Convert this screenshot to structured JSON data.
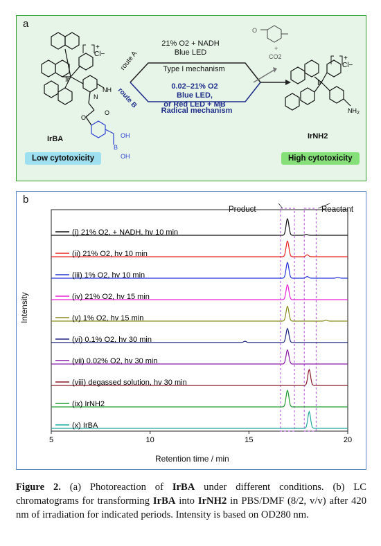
{
  "panel_a": {
    "label": "a",
    "route_a": {
      "name": "route A",
      "condition_line1": "21% O2 + NADH",
      "condition_line2": "Blue LED",
      "mechanism": "Type I mechanism"
    },
    "route_b": {
      "name": "route B",
      "condition_line1": "0.02–21% O2",
      "condition_line2": "Blue LED,",
      "condition_line3": "or Red LED + MB",
      "mechanism": "Radical mechanism"
    },
    "byproduct": "CO2",
    "reactant_name": "IrBA",
    "product_name": "IrNH2",
    "counterion": "Cl−",
    "charge": "+",
    "low_tox_label": "Low cytotoxicity",
    "high_tox_label": "High cytotoxicity",
    "colors": {
      "route_a": "#222222",
      "route_b": "#1f2f8a",
      "boronic": "#2b3fd1",
      "low_tox_bg": "#9fe0f0",
      "high_tox_bg": "#86e07a"
    }
  },
  "panel_b": {
    "label": "b",
    "annotation_product": "Product",
    "annotation_reactant": "Reactant",
    "ylabel": "Intensity",
    "xlabel": "Retention time / min"
  },
  "chart_data": {
    "type": "line",
    "xlabel": "Retention time / min",
    "ylabel": "Intensity",
    "xlim": [
      5,
      20
    ],
    "xticks": [
      5,
      10,
      15,
      20
    ],
    "product_window": [
      16.6,
      17.3
    ],
    "reactant_window": [
      17.8,
      18.4
    ],
    "series": [
      {
        "name": "(i) 21% O2, + NADH, hv 10 min",
        "color": "#111111",
        "peaks": [
          {
            "x": 16.95,
            "h": 1.0
          },
          {
            "x": 17.9,
            "h": 0.05
          }
        ]
      },
      {
        "name": "(ii) 21% O2, hv 10 min",
        "color": "#e8231f",
        "peaks": [
          {
            "x": 16.95,
            "h": 0.95
          },
          {
            "x": 17.95,
            "h": 0.12
          }
        ]
      },
      {
        "name": "(iii) 1% O2, hv 10 min",
        "color": "#2434d8",
        "peaks": [
          {
            "x": 16.95,
            "h": 0.95
          },
          {
            "x": 17.95,
            "h": 0.1
          },
          {
            "x": 19.5,
            "h": 0.05
          }
        ]
      },
      {
        "name": "(iv) 21% O2, hv 15 min",
        "color": "#e620d8",
        "peaks": [
          {
            "x": 16.95,
            "h": 0.9
          }
        ]
      },
      {
        "name": "(v) 1% O2, hv 15 min",
        "color": "#888a1c",
        "peaks": [
          {
            "x": 16.95,
            "h": 0.9
          },
          {
            "x": 18.9,
            "h": 0.05
          }
        ]
      },
      {
        "name": "(vi) 0.1% O2, hv 30 min",
        "color": "#1a237e",
        "peaks": [
          {
            "x": 14.8,
            "h": 0.08
          },
          {
            "x": 16.95,
            "h": 0.85
          }
        ]
      },
      {
        "name": "(vii) 0.02% O2, hv 30 min",
        "color": "#8a1aa6",
        "peaks": [
          {
            "x": 16.95,
            "h": 0.85
          }
        ]
      },
      {
        "name": "(viii) degassed solution, hv 30 min",
        "color": "#8a1a2a",
        "peaks": [
          {
            "x": 18.05,
            "h": 0.95
          }
        ]
      },
      {
        "name": "(ix) IrNH2",
        "color": "#1e9e30",
        "peaks": [
          {
            "x": 16.95,
            "h": 1.0
          }
        ]
      },
      {
        "name": "(x) IrBA",
        "color": "#1fa8a0",
        "peaks": [
          {
            "x": 18.05,
            "h": 1.0
          }
        ]
      }
    ]
  },
  "caption": {
    "fig": "Figure 2.",
    "text1": " (a) Photoreaction of ",
    "b1": "IrBA",
    "text2": " under different conditions. (b) LC chromatograms for transforming ",
    "b2": "IrBA",
    "text3": " into ",
    "b3": "IrNH2",
    "text4": " in PBS/DMF (8/2, v/v) after 420 nm of irradiation for indicated periods. Intensity is based on OD280 nm."
  }
}
